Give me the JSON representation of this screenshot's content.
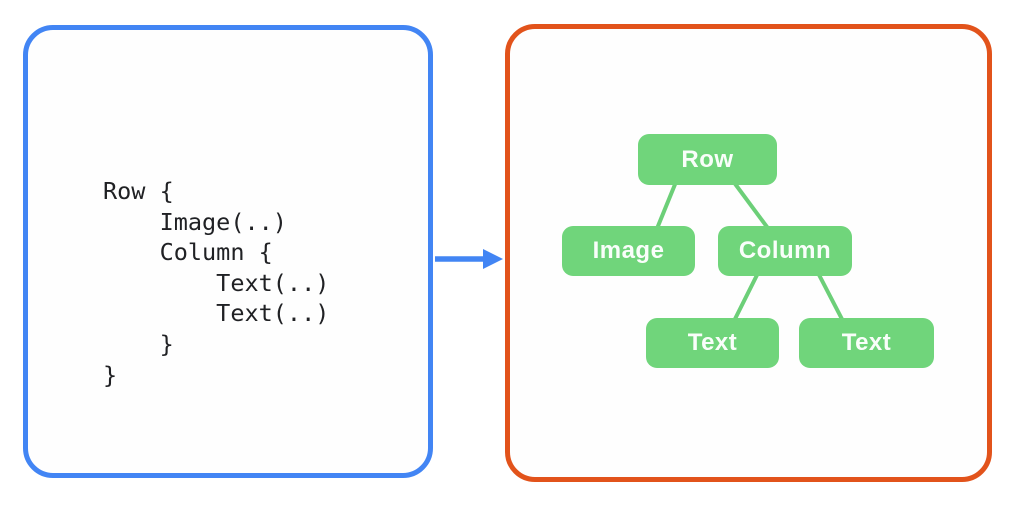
{
  "colors": {
    "code_panel_border": "#4285F4",
    "arrow": "#4285F4",
    "tree_panel_border": "#E2531B",
    "node_fill": "#70D57B",
    "edge_stroke": "#6CCF78",
    "node_text": "#FFFFFF",
    "code_text": "#202124"
  },
  "code_panel": {
    "lines": [
      "Row {",
      "    Image(..)",
      "    Column {",
      "        Text(..)",
      "        Text(..)",
      "    }",
      "}"
    ]
  },
  "arrow": {
    "direction": "right"
  },
  "tree_panel": {
    "nodes": [
      {
        "id": "row",
        "label": "Row"
      },
      {
        "id": "image",
        "label": "Image"
      },
      {
        "id": "column",
        "label": "Column"
      },
      {
        "id": "text-1",
        "label": "Text"
      },
      {
        "id": "text-2",
        "label": "Text"
      }
    ],
    "edges": [
      [
        "row",
        "image"
      ],
      [
        "row",
        "column"
      ],
      [
        "column",
        "text-1"
      ],
      [
        "column",
        "text-2"
      ]
    ]
  }
}
